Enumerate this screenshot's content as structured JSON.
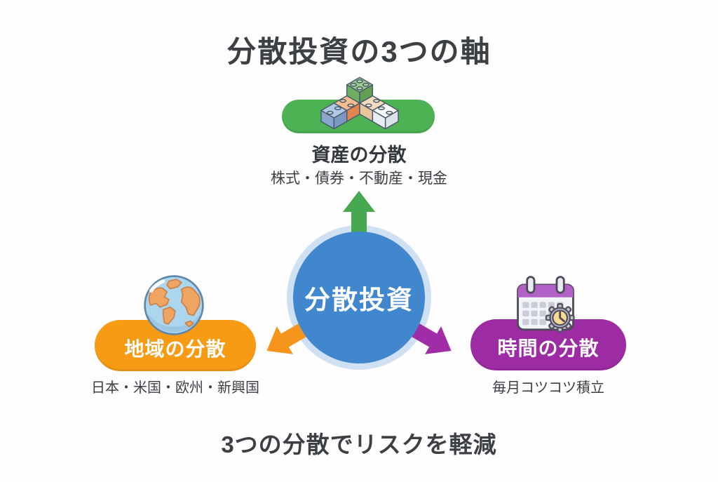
{
  "title": "分散投資の3つの軸",
  "center": {
    "label": "分散投資",
    "circle_color": "#4187CE",
    "ring_color": "#CEE0F2"
  },
  "branches": {
    "asset": {
      "label": "資産の分散",
      "sub": "株式・債券・不動産・現金",
      "icon": "building-blocks-icon",
      "pill_color": "#4CB254",
      "arrow_color": "#46A851"
    },
    "region": {
      "label": "地域の分散",
      "sub": "日本・米国・欧州・新興国",
      "icon": "globe-icon",
      "pill_color": "#F79B15",
      "arrow_color": "#F6951B"
    },
    "time": {
      "label": "時間の分散",
      "sub": "毎月コツコツ積立",
      "icon": "calendar-gear-icon",
      "pill_color": "#9C2BA4",
      "arrow_color": "#A12CA8"
    }
  },
  "footer": "3つの分散でリスクを軽減"
}
